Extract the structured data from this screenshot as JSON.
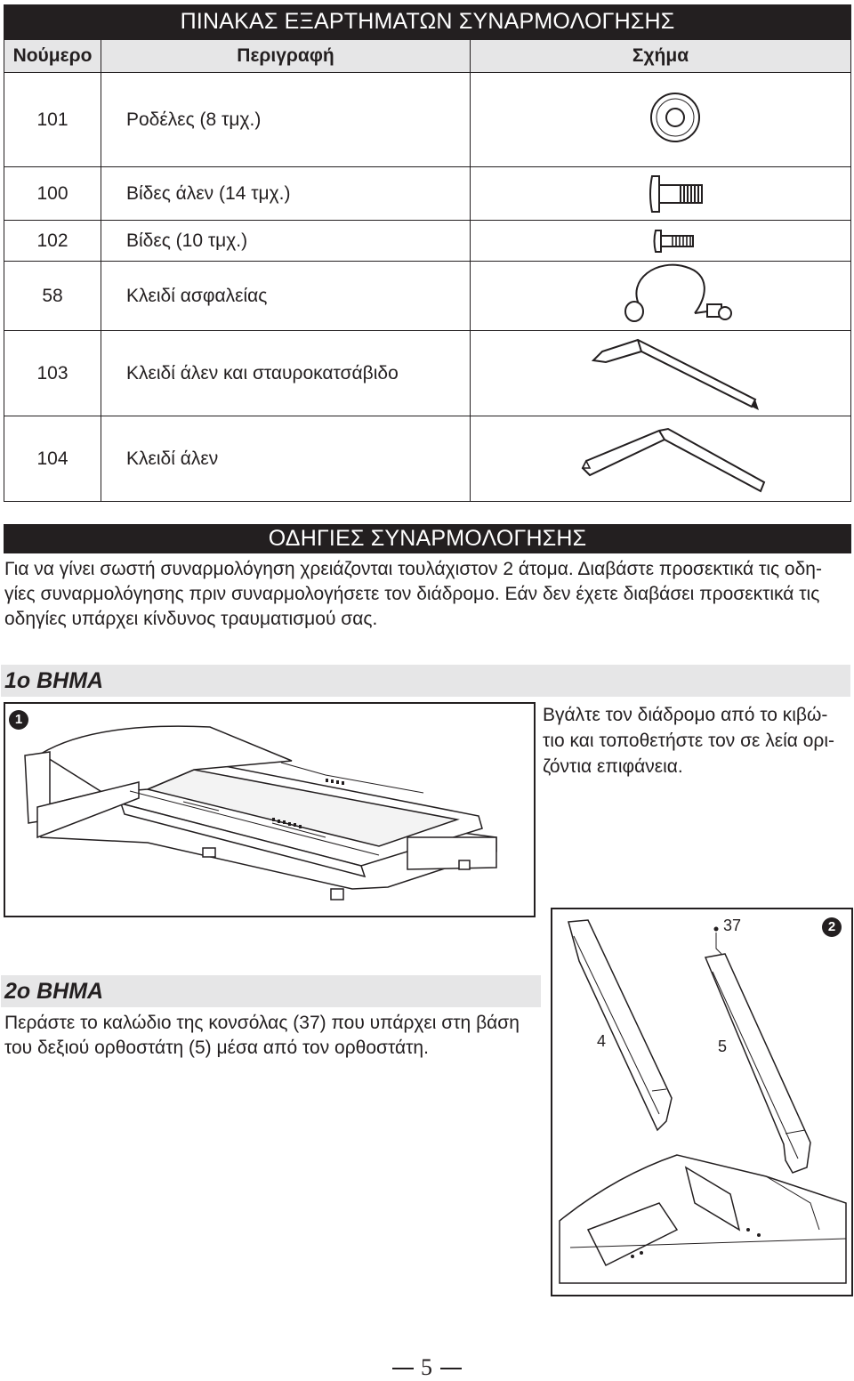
{
  "parts_table": {
    "title": "ΠΙΝΑΚΑΣ ΕΞΑΡΤΗΜΑΤΩΝ ΣΥΝΑΡΜΟΛΟΓΗΣΗΣ",
    "headers": {
      "number": "Νούμερο",
      "description": "Περιγραφή",
      "shape": "Σχήμα"
    },
    "rows": [
      {
        "number": "101",
        "description": "Ροδέλες (8 τμχ.)",
        "icon": "washer-icon"
      },
      {
        "number": "100",
        "description": "Βίδες άλεν (14 τμχ.)",
        "icon": "allen-bolt-icon"
      },
      {
        "number": "102",
        "description": "Βίδες (10 τμχ.)",
        "icon": "screw-icon"
      },
      {
        "number": "58",
        "description": "Κλειδί ασφαλείας",
        "icon": "safety-key-icon"
      },
      {
        "number": "103",
        "description": "Κλειδί άλεν και σταυροκατσάβιδο",
        "icon": "allen-key-screwdriver-icon"
      },
      {
        "number": "104",
        "description": "Κλειδί άλεν",
        "icon": "allen-key-icon"
      }
    ]
  },
  "instructions": {
    "title": "ΟΔΗΓΙΕΣ ΣΥΝΑΡΜΟΛΟΓΗΣΗΣ",
    "lines": [
      "Για να γίνει σωστή συναρμολόγηση χρειάζονται τουλάχιστον 2 άτομα. Διαβάστε προσεκτικά τις οδη-",
      "γίες συναρμολόγησης πριν συναρμολογήσετε τον διάδρομο. Εάν δεν έχετε διαβάσει προσεκτικά τις",
      "οδηγίες υπάρχει κίνδυνος τραυματισμού σας."
    ]
  },
  "step1": {
    "title": "1ο ΒΗΜΑ",
    "figure_number": "1",
    "lines": [
      "Βγάλτε τον διάδρομο από το κιβώ-",
      "τιο και τοποθετήστε τον σε λεία ορι-",
      "ζόντια επιφάνεια."
    ]
  },
  "step2": {
    "title": "2ο ΒΗΜΑ",
    "figure_number": "2",
    "lines": [
      "Περάστε το καλώδιο της κονσόλας (37) που υπάρχει στη βάση",
      "του δεξιού ορθοστάτη (5) μέσα από τον ορθοστάτη."
    ],
    "labels": {
      "cable": "37",
      "left_post": "4",
      "right_post": "5"
    }
  },
  "page_number": "5"
}
